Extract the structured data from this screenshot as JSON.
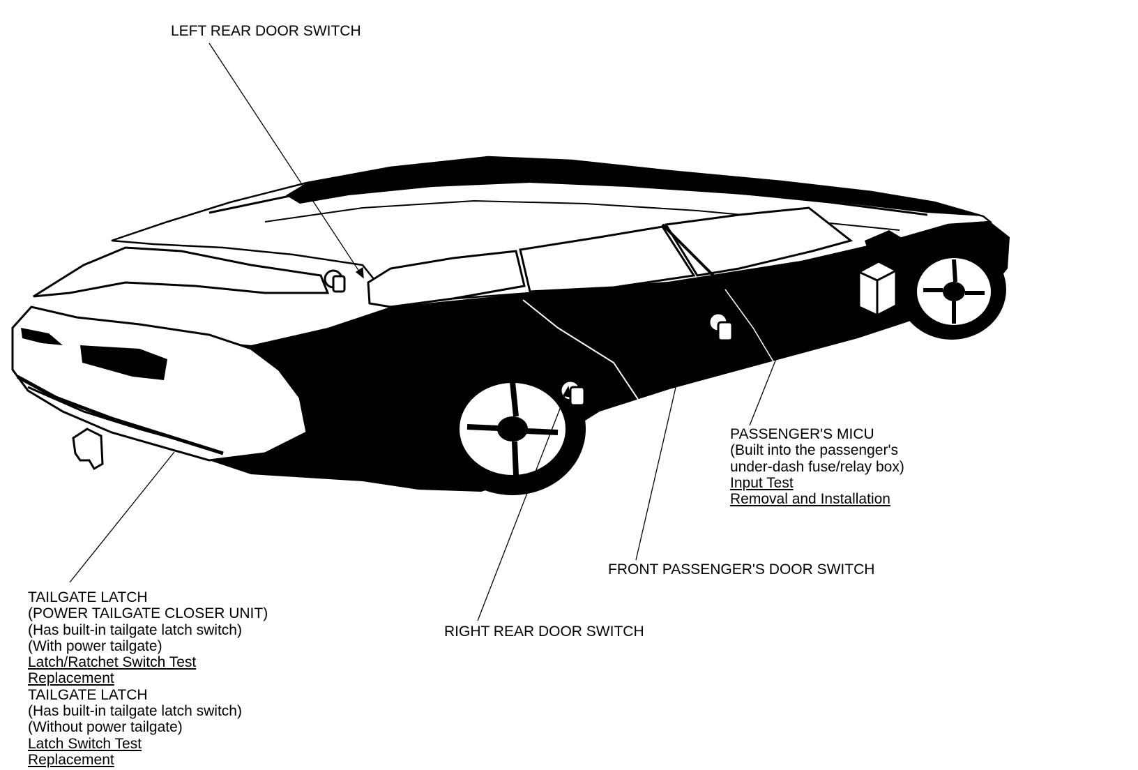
{
  "callouts": {
    "left_rear_door_switch": {
      "title": "LEFT REAR DOOR SWITCH"
    },
    "passengers_micu": {
      "title": "PASSENGER'S MICU",
      "notes": [
        "(Built into the passenger's",
        "under-dash fuse/relay box)"
      ],
      "links": [
        "Input Test",
        "Removal and Installation"
      ]
    },
    "front_passengers_door_switch": {
      "title": "FRONT PASSENGER'S DOOR SWITCH"
    },
    "right_rear_door_switch": {
      "title": "RIGHT REAR DOOR SWITCH"
    },
    "tailgate_latch_power": {
      "title": "TAILGATE LATCH",
      "notes": [
        "(POWER TAILGATE CLOSER UNIT)",
        "(Has built-in tailgate latch switch)",
        "(With power tailgate)"
      ],
      "links": [
        "Latch/Ratchet Switch Test",
        "Replacement"
      ]
    },
    "tailgate_latch_manual": {
      "title": "TAILGATE LATCH",
      "notes": [
        "(Has built-in tailgate latch switch)",
        "(Without power tailgate)"
      ],
      "links": [
        "Latch Switch Test",
        "Replacement"
      ]
    }
  }
}
